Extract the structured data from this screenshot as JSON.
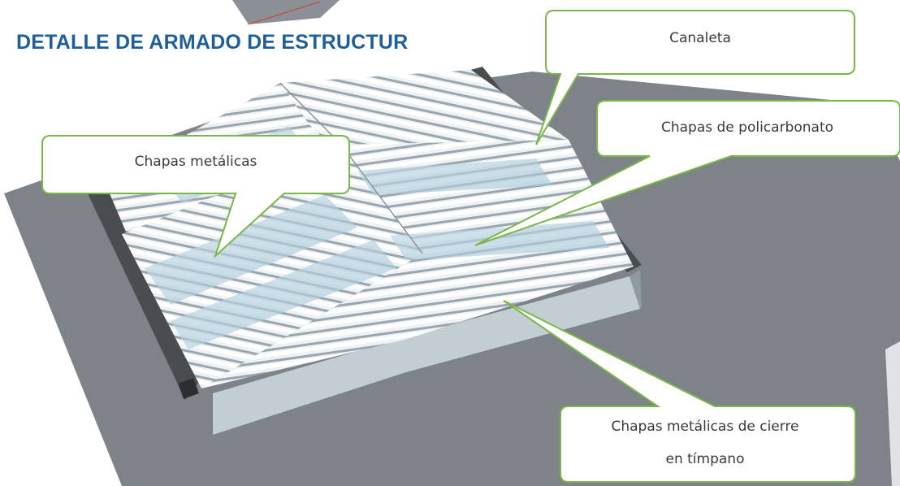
{
  "title": "DETALLE DE ARMADO DE ESTRUCTUR",
  "callouts": {
    "canaleta": "Canaleta",
    "policarbonato": "Chapas de policarbonato",
    "metalicas": "Chapas metálicas",
    "cierre_line1": "Chapas metálicas de cierre",
    "cierre_line2": "en tímpano"
  },
  "colors": {
    "title": "#1f5f99",
    "callout_border": "#7ab648",
    "base_plate": "#7d8388",
    "wall": "#b9c6cc",
    "gutter": "#4a4d50",
    "roof_metal": "#e9edf0",
    "roof_glass": "#cfe0ea"
  }
}
